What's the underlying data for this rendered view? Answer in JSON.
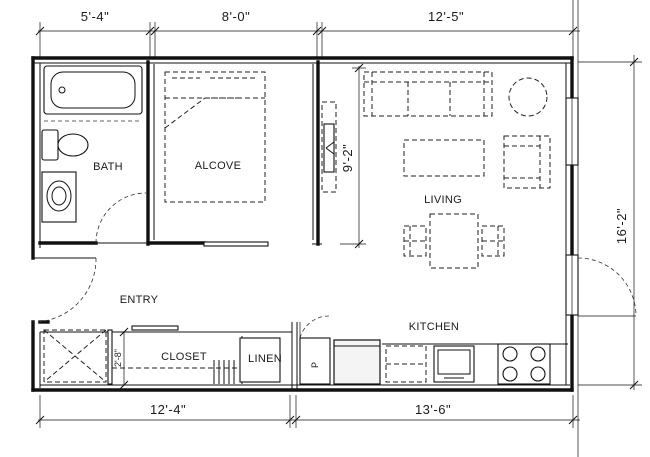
{
  "dimensions": {
    "top_left": "5'-4\"",
    "top_middle": "8'-0\"",
    "top_right": "12'-5\"",
    "bottom_left": "12'-4\"",
    "bottom_right": "13'-6\"",
    "right_height": "16'-2\"",
    "alcove_height": "9'-2\"",
    "closet_depth": "2'-8\""
  },
  "rooms": {
    "bath": "BATH",
    "alcove": "ALCOVE",
    "living": "LIVING",
    "entry": "ENTRY",
    "kitchen": "KITCHEN",
    "closet": "CLOSET",
    "linen": "LINEN",
    "pantry": "P"
  }
}
